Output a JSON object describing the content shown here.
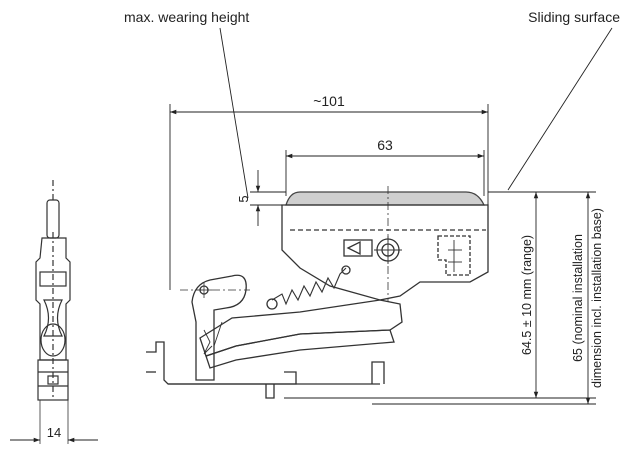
{
  "labels": {
    "max_wearing_height": "max. wearing height",
    "sliding_surface": "Sliding surface",
    "dim_overall_width": "~101",
    "dim_top_width": "63",
    "dim_wear": "5",
    "dim_range": "64.5 ± 10 mm (range)",
    "dim_nominal_line1": "65 (nominal installation",
    "dim_nominal_line2": "dimension incl. installation base)",
    "dim_side_width": "14"
  }
}
